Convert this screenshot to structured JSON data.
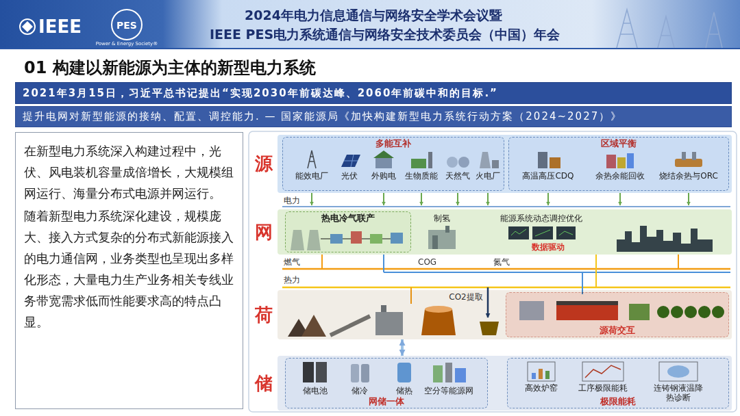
{
  "diagram": {
    "title": "01 构建以新能源为主体的新型电力系统",
    "nodes": [
      {
        "text": [
          "2021年3月15日，习近平总书记提出“实现2030年前碳达峰、2060年前碳中和的目标.”"
        ]
      },
      {
        "text": [
          "提升电网对新型能源的接纳、配置、调控能力. — 国家能源局《加快构建新型电力系统行动方案（2024~2027）》"
        ]
      },
      {
        "text": [
          "在新型电力系统深入构建过程中，光伏、风电装机容量成倍增长，大规模组网运行、海量分布式电源并网运行。",
          "随着新型电力系统深化建设，规模庞大、接入方式复杂的分布式新能源接入的电力通信网，业务类型也呈现出多样化形态，大量电力生产业务相关专线业务带宽需求低而性能要求高的特点凸显。"
        ]
      },
      {
        "text": [
          "源"
        ]
      },
      {
        "text": [
          "多能互补"
        ],
        "in": 3
      },
      {
        "text": [
          "区域平衡"
        ],
        "in": 3
      },
      {
        "text": [
          "网"
        ]
      },
      {
        "text": [
          "热电冷气联产"
        ],
        "in": 6
      },
      {
        "text": [
          "荷"
        ]
      },
      {
        "text": [
          "源荷交互"
        ],
        "in": 8
      },
      {
        "text": [
          "储"
        ]
      },
      {
        "text": [
          "网储一体"
        ],
        "in": 10
      },
      {
        "text": [
          "极限能耗"
        ],
        "in": 10
      }
    ],
    "edges": [
      {
        "from": 10,
        "to": 8,
        "arrow": "both"
      }
    ],
    "labels": [
      "2024年电力信息通信与网络安全学术会议暨",
      "IEEE PES电力系统通信与网络安全技术委员会（中国）年会",
      "IEEE",
      "PES",
      "Power & Energy Society®",
      "能效电厂",
      "光伏",
      "外购电",
      "生物质能",
      "天然气",
      "火电厂",
      "高温高压CDQ",
      "余热余能回收",
      "烧结余热与ORC",
      "电力",
      "制氢",
      "能源系统动态调控优化",
      "数据驱动",
      "燃气",
      "COG",
      "氮气",
      "热力",
      "CO2提取",
      "储电池",
      "储冷",
      "储热",
      "空分等能源网",
      "高效炉窑",
      "工序极限能耗",
      "连铸钢液温降热诊断"
    ]
  }
}
